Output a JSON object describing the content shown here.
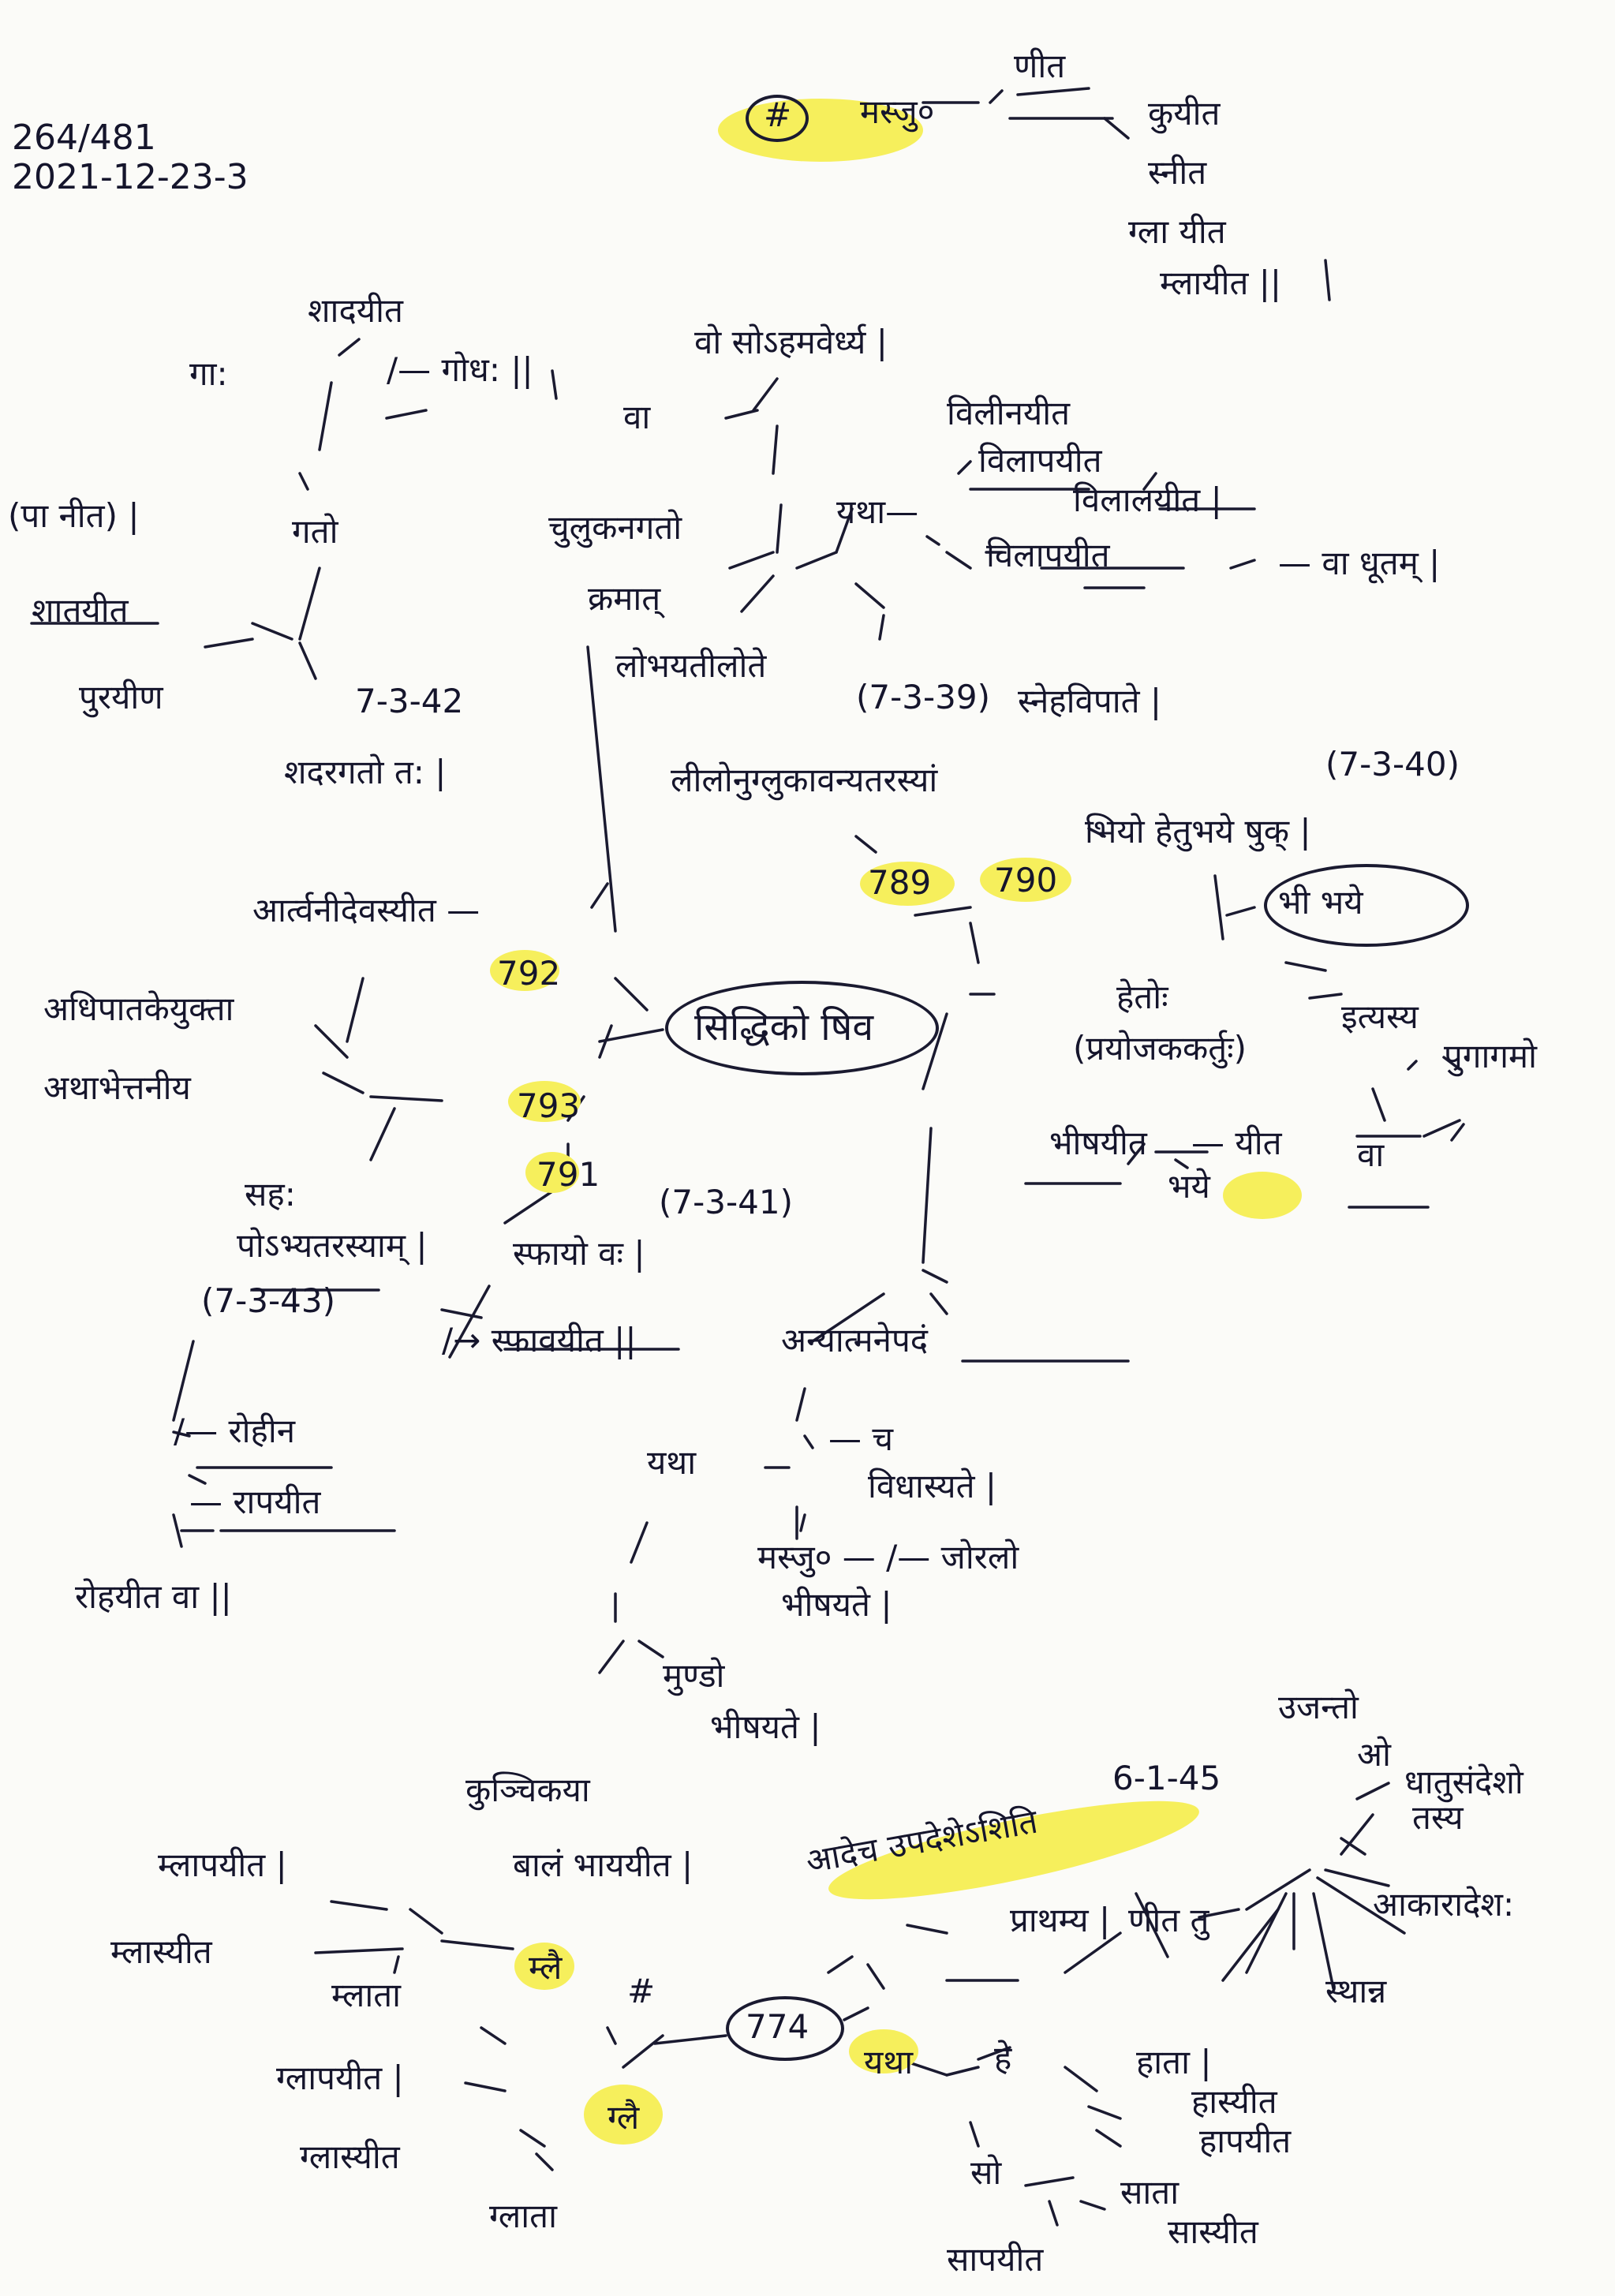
{
  "header": {
    "page": "264/481",
    "date": "2021-12-23-3"
  },
  "nodes": {
    "hash_top": "#",
    "top_root": "मस्जु०",
    "top_1": "णीत",
    "top_2": "कुयीत",
    "top_3": "स्नीत",
    "top_4": "ग्ला यीत",
    "top_5": "म्लायीत ||",
    "tl_1": "शादयीत",
    "tl_2": "गा:",
    "tl_3": "/— गोध: ||",
    "tl_4": "(पा नीत) |",
    "tl_5": "गतो",
    "tl_6": "शातयीत",
    "tl_7": "पुरयीण",
    "tl_ref": "7-3-42",
    "tl_8": "शदरगतो त: |",
    "tm_1": "वो सोऽहमवेर्ध्य |",
    "tm_2": "वा",
    "tm_3": "चुलुकनगतो",
    "tm_4": "क्रमात्",
    "tm_5": "लोभयतीलोते",
    "tm_6": "यथा—",
    "tm_7": "विलीनयीत",
    "tm_8": "विलापयीत",
    "tm_9": "विलालयीत |",
    "tm_10": "विलापयीत",
    "tm_11": "— वा धूतम् |",
    "tm_ref": "(7-3-39)",
    "tm_12": "स्नेहविपाते |",
    "tm_13": "लीलोनुग्लुकावन्यतरस्यां",
    "cr_ref": "(7-3-40)",
    "s789": "789",
    "s790": "790",
    "cr_1": "भियो हेतुभये षुक् |",
    "cr_2": "भी भये",
    "cr_3": "हेतोः",
    "cr_4": "(प्रयोजककर्तुः)",
    "cr_5": "इत्यस्य",
    "cr_6": "पुगागमो",
    "cr_7": "भीषयीत",
    "cr_8": "— यीत",
    "cr_9": "भये",
    "cr_10": "",
    "cr_11": "वा",
    "center": "सिद्धिको षिव",
    "cl_1": "आर्त्वनीदेवस्यीत —",
    "s792": "792",
    "cl_2": "अधिपातकेयुक्ता",
    "cl_3": "अथाभेत्तनीय",
    "s793": "793",
    "s791": "791",
    "cl_4": "सह:",
    "cl_5": "पोऽभ्यतरस्याम् |",
    "cl_ref1": "(7-3-43)",
    "cl_ref2": "(7-3-41)",
    "cl_6": "स्फायो वः |",
    "cl_7": "/→ स्फावयीत ||",
    "cl_8": "/— रोहीन",
    "cl_9": "— रापयीत",
    "cl_10": "रोहयीत वा ||",
    "lm_1": "अन्यात्मनेपदं",
    "lm_2": "यथा",
    "lm_3": "— च",
    "lm_4": "विधास्यते |",
    "lm_5": "मस्जु० — /— जोरलो",
    "lm_6": "भीषयते |",
    "lm_7": "मुण्डो",
    "lm_8": "भीषयते |",
    "lm_9": "",
    "lm_10": "कुञ्चिकया",
    "lm_11": "बालं भाययीत |",
    "bl_1": "म्लापयीत |",
    "bl_2": "म्लास्यीत",
    "bl_3": "म्लै",
    "bl_4": "म्लाता",
    "hash_lower": "#",
    "bl_5": "ग्लापयीत |",
    "bl_6": "ग्लै",
    "bl_7": "ग्लास्यीत",
    "bl_8": "ग्लाता",
    "s774": "774",
    "br_ref": "6-1-45",
    "br_1": "उजन्तो",
    "br_2": "ओ",
    "br_3": "धातुसंदेशो",
    "br_4": "तस्य",
    "br_5": "आदेच उपदेशेऽशिति",
    "br_6": "आकारादेश:",
    "br_7": "प्राथम्य |",
    "br_8": "णीत तु",
    "br_9": "स्थान्न",
    "br_10": "यथा",
    "br_11": "हे",
    "br_12": "हाता |",
    "br_13": "हास्यीत",
    "br_14": "हापयीत",
    "br_15": "सो",
    "br_16": "साता",
    "br_17": "सास्यीत",
    "br_18": "सापयीत"
  }
}
